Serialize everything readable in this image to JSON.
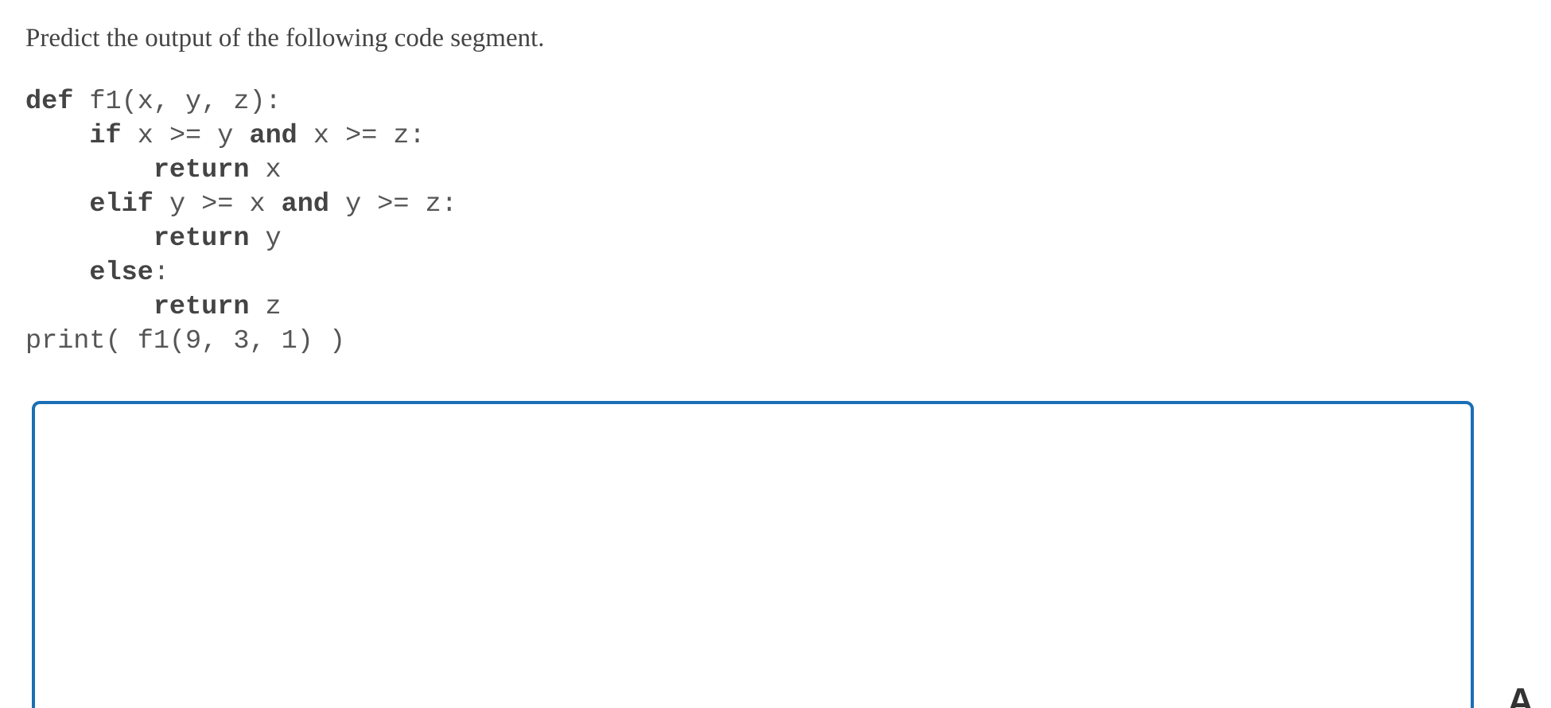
{
  "question": {
    "prompt": "Predict the output of the following code segment."
  },
  "code": {
    "lines": [
      [
        {
          "t": "def",
          "kw": true
        },
        {
          "t": " f1(x, y, z):"
        }
      ],
      [
        {
          "t": "    "
        },
        {
          "t": "if",
          "kw": true
        },
        {
          "t": " x >= y "
        },
        {
          "t": "and",
          "kw": true
        },
        {
          "t": " x >= z:"
        }
      ],
      [
        {
          "t": "        "
        },
        {
          "t": "return",
          "kw": true
        },
        {
          "t": " x"
        }
      ],
      [
        {
          "t": "    "
        },
        {
          "t": "elif",
          "kw": true
        },
        {
          "t": " y >= x "
        },
        {
          "t": "and",
          "kw": true
        },
        {
          "t": " y >= z:"
        }
      ],
      [
        {
          "t": "        "
        },
        {
          "t": "return",
          "kw": true
        },
        {
          "t": " y"
        }
      ],
      [
        {
          "t": "    "
        },
        {
          "t": "else",
          "kw": true
        },
        {
          "t": ":"
        }
      ],
      [
        {
          "t": "        "
        },
        {
          "t": "return",
          "kw": true
        },
        {
          "t": " z"
        }
      ],
      [
        {
          "t": "print( f1(9, 3, 1) )"
        }
      ]
    ]
  },
  "answer": {
    "value": "",
    "border_color": "#1a6fb5"
  },
  "edge_glyph": "A"
}
